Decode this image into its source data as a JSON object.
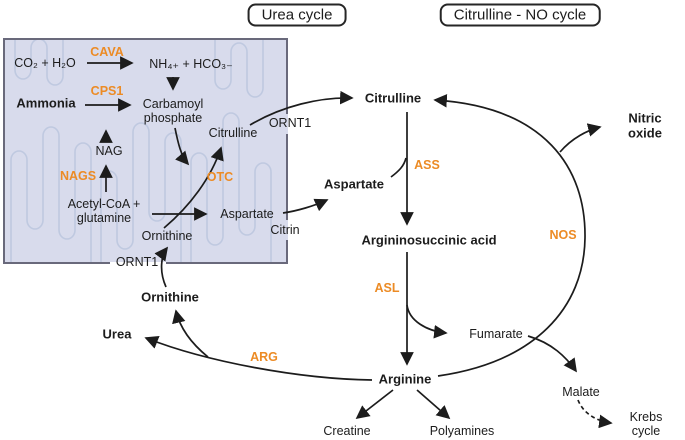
{
  "titles": {
    "urea_cycle": "Urea cycle",
    "citrulline_no_cycle": "Citrulline - NO cycle"
  },
  "colors": {
    "enzyme_text": "#EC8B25",
    "arrow": "#1c1c1c",
    "label_text": "#1c1c1c",
    "mitochondrion_fill": "#D8DBEC",
    "mitochondrion_border": "#69697B",
    "cristae": "#BCC6DF"
  },
  "mitochondrion": {
    "metabolites": {
      "co2_h2o": "CO₂ + H₂O",
      "nh4_hco3": "NH₄₊ + HCO₃₋",
      "ammonia": "Ammonia",
      "carbamoyl_phosphate": "Carbamoyl\nphosphate",
      "citrulline": "Citrulline",
      "nag": "NAG",
      "acetyl_coa_glutamine": "Acetyl-CoA +\nglutamine",
      "ornithine": "Ornithine",
      "aspartate": "Aspartate"
    },
    "enzymes": {
      "cava": "CAVA",
      "cps1": "CPS1",
      "nags": "NAGS",
      "otc": "OTC"
    },
    "transporters": {
      "ornt1_citrulline": "ORNT1",
      "ornt1_ornithine": "ORNT1",
      "citrin": "Citrin"
    }
  },
  "cytosol": {
    "metabolites": {
      "citrulline": "Citrulline",
      "aspartate": "Aspartate",
      "argininosuccinic_acid": "Argininosuccinic acid",
      "arginine": "Arginine",
      "ornithine": "Ornithine",
      "urea": "Urea",
      "fumarate": "Fumarate",
      "malate": "Malate",
      "krebs_cycle": "Krebs\ncycle",
      "creatine": "Creatine",
      "polyamines": "Polyamines",
      "nitric_oxide": "Nitric oxide"
    },
    "enzymes": {
      "ass": "ASS",
      "asl": "ASL",
      "arg": "ARG",
      "nos": "NOS"
    }
  }
}
